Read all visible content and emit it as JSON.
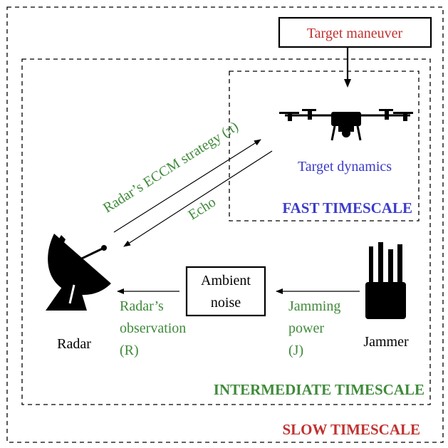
{
  "colors": {
    "red": "#c0312f",
    "green": "#3f8a3a",
    "blue": "#3b3bc8",
    "black": "#000000"
  },
  "boxes": {
    "target_maneuver": "Target maneuver",
    "ambient_noise_line1": "Ambient",
    "ambient_noise_line2": "noise"
  },
  "labels": {
    "target_dynamics": "Target dynamics",
    "fast_timescale": "FAST TIMESCALE",
    "intermediate_timescale": "INTERMEDIATE TIMESCALE",
    "slow_timescale": "SLOW TIMESCALE",
    "radar": "Radar",
    "jammer": "Jammer",
    "eccm_strategy": "Radar’s ECCM strategy (π)",
    "echo": "Echo",
    "radar_obs_line1": "Radar’s",
    "radar_obs_line2": "observation",
    "radar_obs_line3": "(R)",
    "jamming_line1": "Jamming",
    "jamming_line2": "power",
    "jamming_line3": "(J)"
  },
  "icons": {
    "drone": "drone-icon",
    "radar": "radar-dish-icon",
    "jammer": "jammer-icon"
  }
}
